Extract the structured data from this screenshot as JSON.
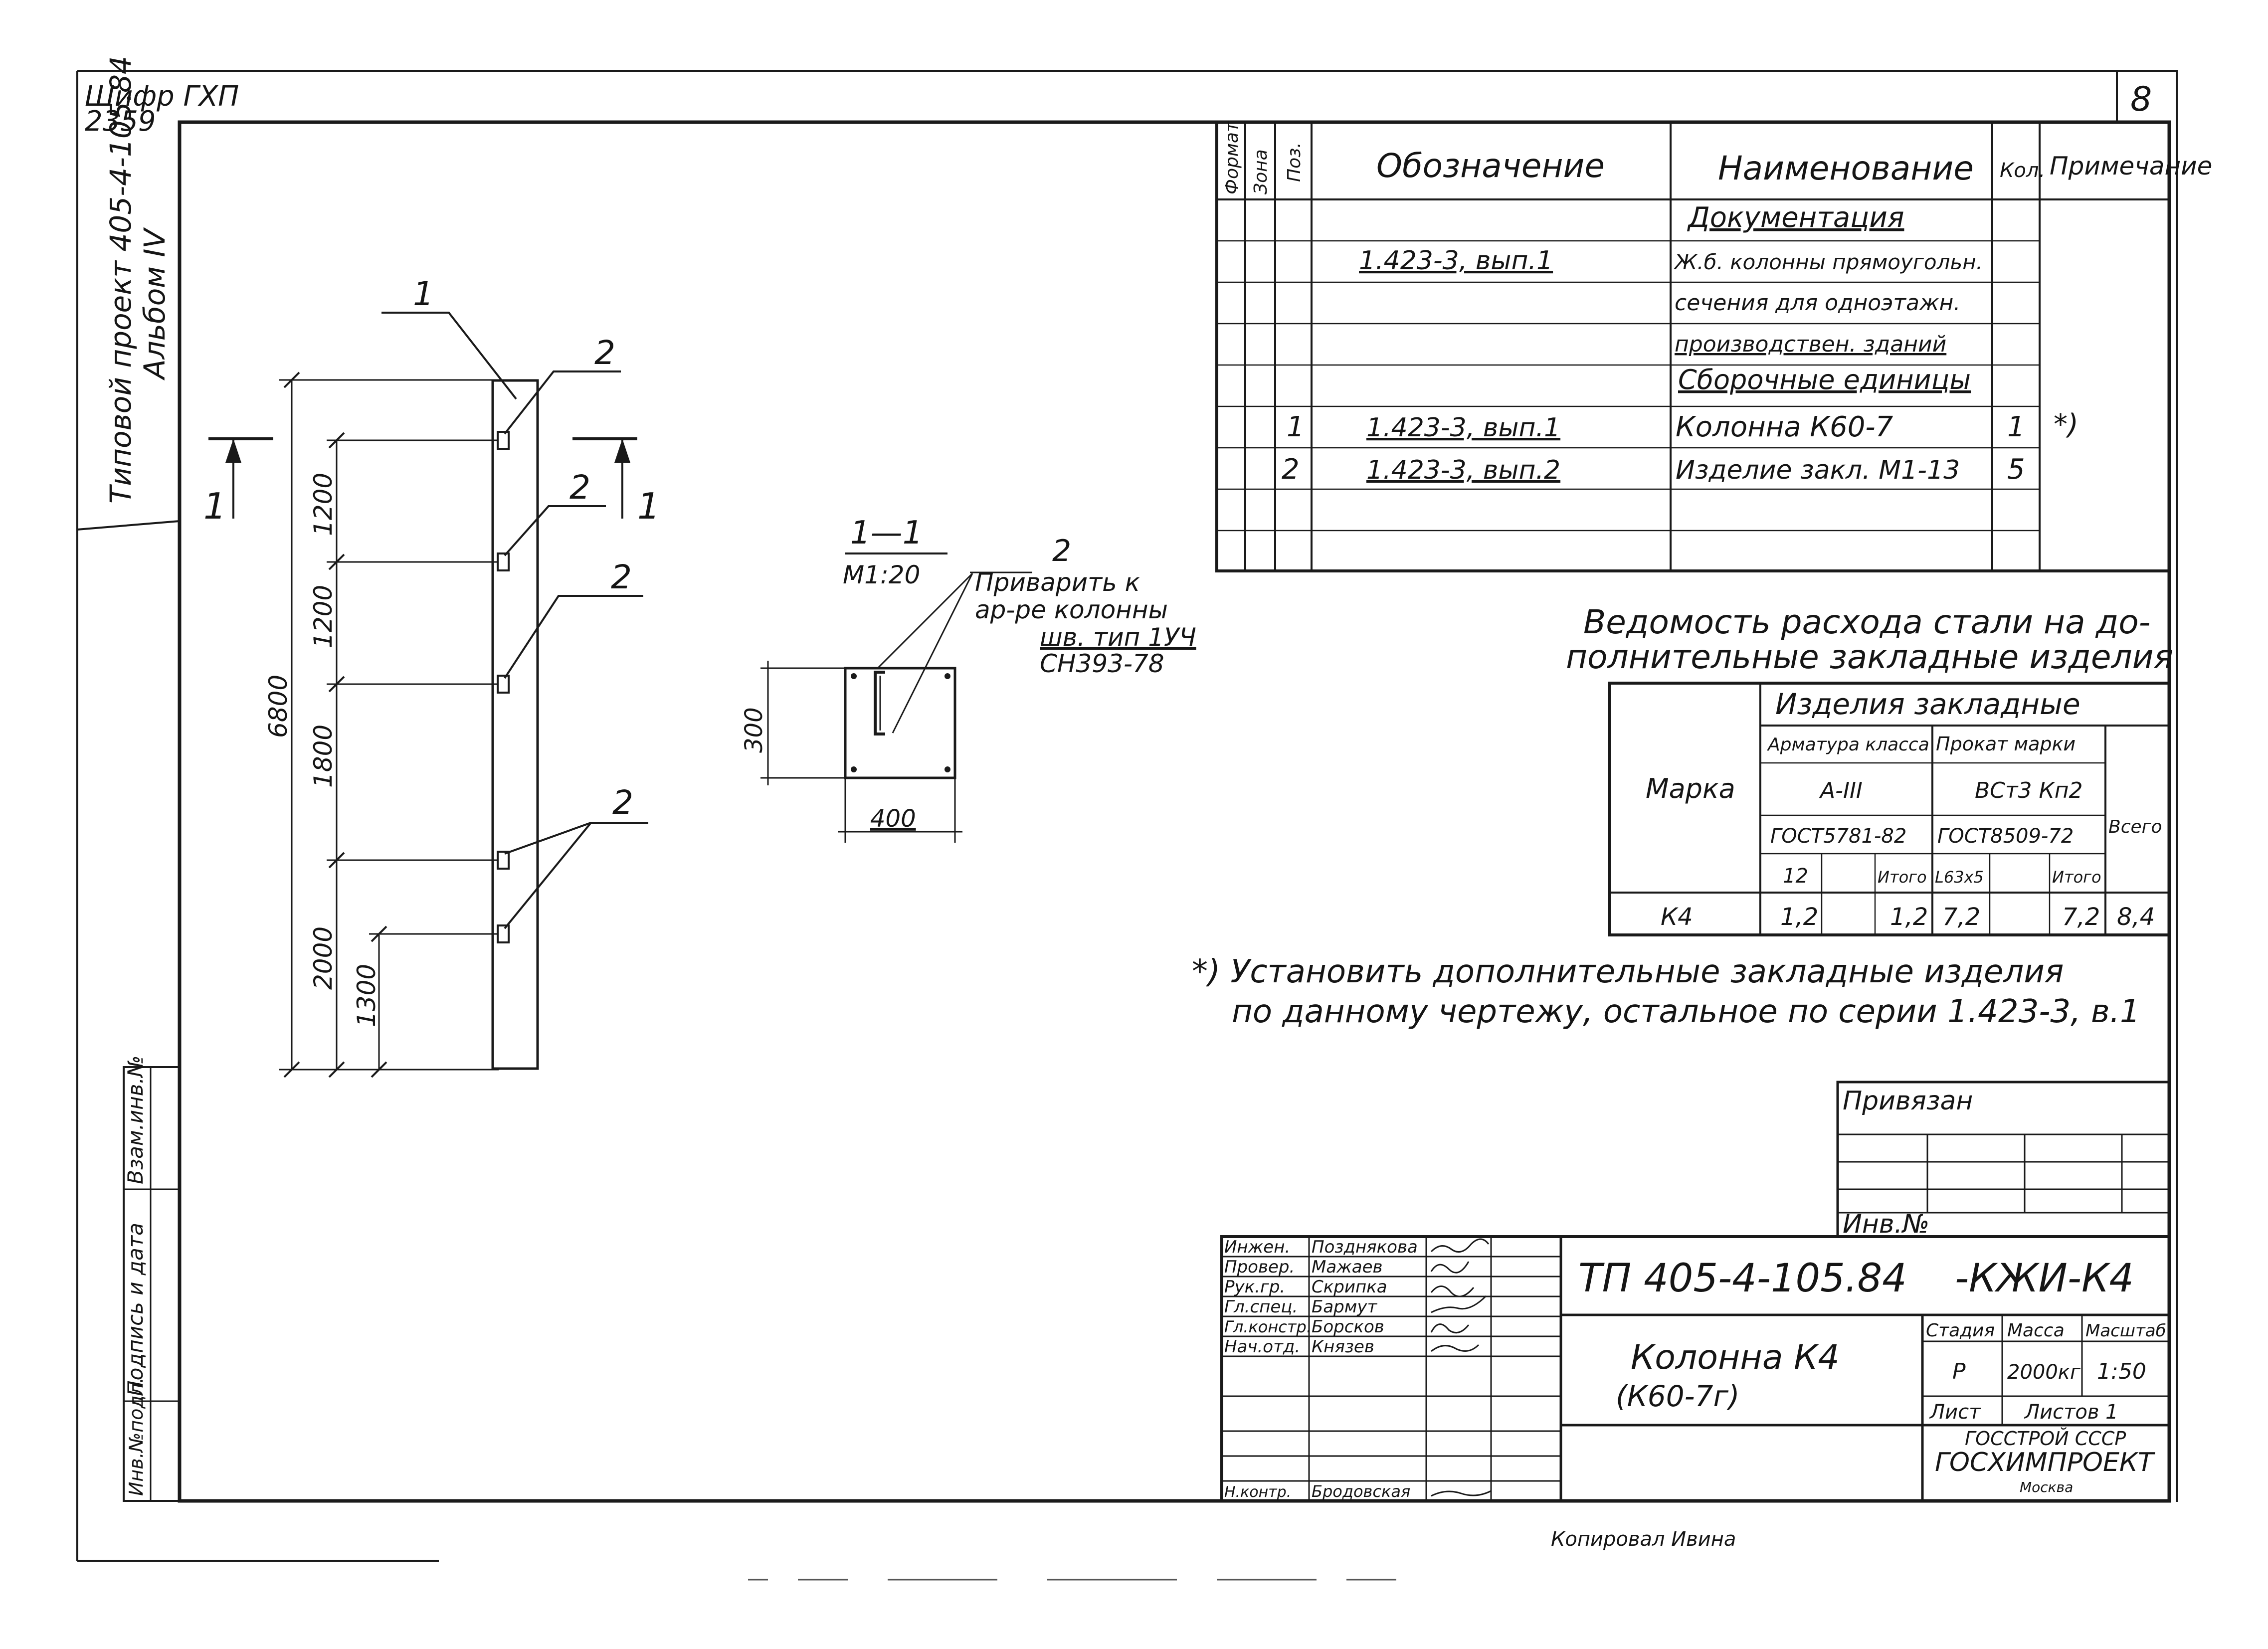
{
  "header": {
    "cipher_line1": "Шифр ГХП",
    "cipher_line2": "2359",
    "album_vertical": "Типовой проект 405-4-105.84",
    "album_vertical_2": "Альбом IV",
    "sheet_no": "8"
  },
  "left_strip": {
    "cells": [
      "Взам.инв.№",
      "Подпись и дата",
      "Инв.№подл."
    ]
  },
  "elevation": {
    "leader_pos1": "1",
    "leader_pos2": [
      "2",
      "2",
      "2",
      "2"
    ],
    "section_mark": "1",
    "dims": [
      "1200",
      "1200",
      "1800",
      "2000",
      "1300",
      "6800"
    ]
  },
  "section": {
    "title": "1—1",
    "scale": "М1:20",
    "note_pos": "2",
    "note_lines": [
      "Приварить к",
      "ар-ре колонны",
      "шв. тип 1УЧ",
      "СН393-78"
    ],
    "dim_height": "300",
    "dim_width": "400"
  },
  "spec_table": {
    "headers": [
      "Формат",
      "Зона",
      "Поз.",
      "Обозначение",
      "Наименование",
      "Кол.",
      "Примечание"
    ],
    "rows": [
      {
        "pos": "",
        "designation": "",
        "name": "Документация",
        "qty": "",
        "note": "",
        "underline": true
      },
      {
        "pos": "",
        "designation": "1.423-3, вып.1",
        "name": "Ж.б. колонны прямоугольн.",
        "qty": "",
        "note": ""
      },
      {
        "pos": "",
        "designation": "",
        "name": "сечения для одноэтажн.",
        "qty": "",
        "note": ""
      },
      {
        "pos": "",
        "designation": "",
        "name": "производствен. зданий",
        "qty": "",
        "note": ""
      },
      {
        "pos": "",
        "designation": "",
        "name": "Сборочные единицы",
        "qty": "",
        "note": "",
        "underline": true
      },
      {
        "pos": "1",
        "designation": "1.423-3, вып.1",
        "name": "Колонна К60-7",
        "qty": "1",
        "note": "*)"
      },
      {
        "pos": "2",
        "designation": "1.423-3, вып.2",
        "name": "Изделие закл. М1-13",
        "qty": "5",
        "note": ""
      },
      {
        "pos": "",
        "designation": "",
        "name": "",
        "qty": "",
        "note": ""
      },
      {
        "pos": "",
        "designation": "",
        "name": "",
        "qty": "",
        "note": ""
      }
    ]
  },
  "steel": {
    "title_line1": "Ведомость расхода стали на до-",
    "title_line2": "полнительные закладные изделия",
    "group": "Изделия закладные",
    "marka": "Марка",
    "vsego": "Всего",
    "col1_l1": "Арматура класса",
    "col1_l2": "А-III",
    "col1_l3": "ГОСТ5781-82",
    "col2_l1": "Прокат марки",
    "col2_l2": "ВСт3 Кп2",
    "col2_l3": "ГОСТ8509-72",
    "sub": [
      "12",
      "",
      "Итого",
      "L63х5",
      "",
      "Итого"
    ],
    "row": {
      "mark": "К4",
      "v1": "1,2",
      "v2": "",
      "v3": "1,2",
      "v4": "7,2",
      "v5": "",
      "v6": "7,2",
      "total": "8,4"
    }
  },
  "footnote": {
    "line1": "*) Установить дополнительные закладные изделия",
    "line2": "по данному чертежу, остальное по серии 1.423-3, в.1"
  },
  "privyazan": {
    "title": "Привязан",
    "inv": "Инв.№"
  },
  "title_block": {
    "signers": [
      {
        "role": "Инжен.",
        "name": "Позднякова"
      },
      {
        "role": "Провер.",
        "name": "Мажаев"
      },
      {
        "role": "Рук.гр.",
        "name": "Скрипка"
      },
      {
        "role": "Гл.спец.",
        "name": "Бармут"
      },
      {
        "role": "Гл.констр.",
        "name": "Борсков"
      },
      {
        "role": "Нач.отд.",
        "name": "Князев"
      },
      {
        "role": "",
        "name": ""
      },
      {
        "role": "",
        "name": ""
      },
      {
        "role": "Н.контр.",
        "name": "Бродовская"
      }
    ],
    "code": "ТП 405-4-105.84",
    "code2": "-КЖИ-К4",
    "name_line1": "Колонна К4",
    "name_line2": "(К60-7г)",
    "stage_h": "Стадия",
    "mass_h": "Масса",
    "scale_h": "Масштаб",
    "stage": "Р",
    "mass": "2000кг",
    "scale": "1:50",
    "sheet": "Лист",
    "sheets": "Листов 1",
    "org1": "ГОССТРОЙ СССР",
    "org2": "ГОСХИМПРОЕКТ",
    "city": "Москва"
  },
  "bottom_stamp": "Копировал Ивина"
}
